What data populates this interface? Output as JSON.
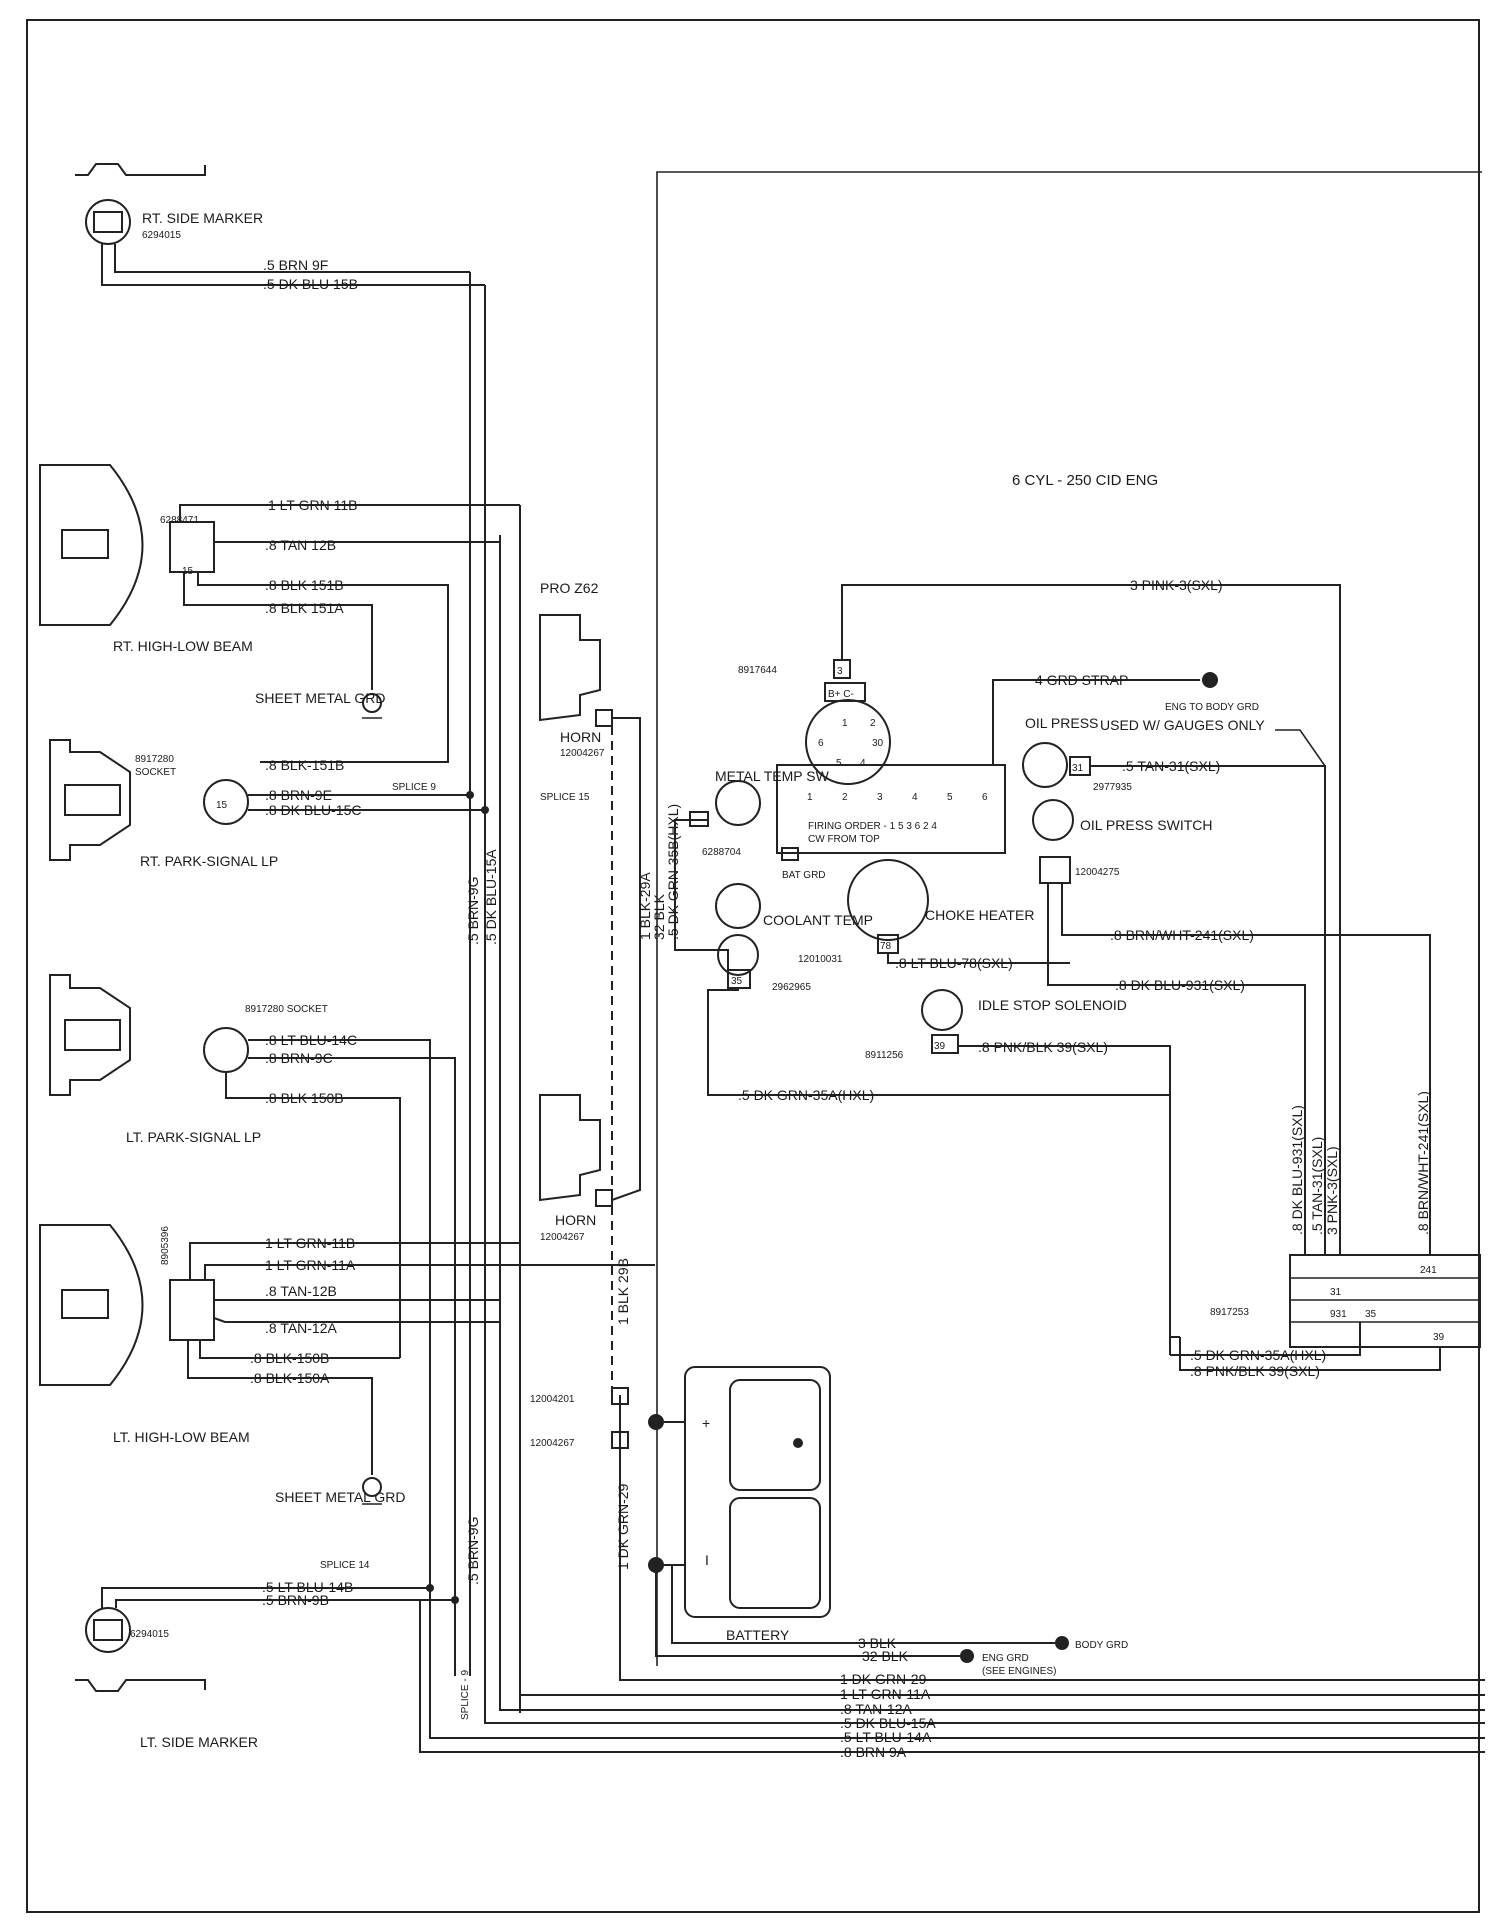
{
  "title": "6 CYL - 250 CID ENG",
  "components": {
    "rt_side_marker": {
      "name": "RT. SIDE MARKER",
      "part": "6294015"
    },
    "rt_high_low": {
      "name": "RT. HIGH-LOW BEAM",
      "part": "6288471"
    },
    "sheet_metal_grd_1": "SHEET METAL GRD",
    "rt_park": {
      "name": "RT. PARK-SIGNAL LP",
      "part": "8917280",
      "socket": "SOCKET"
    },
    "lt_park": {
      "name": "LT. PARK-SIGNAL LP",
      "part": "8917280 SOCKET"
    },
    "lt_high_low": {
      "name": "LT. HIGH-LOW BEAM",
      "part": "8905396"
    },
    "sheet_metal_grd_2": "SHEET METAL GRD",
    "lt_side_marker": {
      "name": "LT. SIDE MARKER",
      "part": "6294015"
    },
    "pro_z62": "PRO Z62",
    "horn_1": {
      "name": "HORN",
      "part": "12004267"
    },
    "horn_2": {
      "name": "HORN",
      "part": "12004267"
    },
    "splice_9": "SPLICE 9",
    "splice_15": "SPLICE 15",
    "splice_14": "SPLICE 14",
    "splice_9_vert": "SPLICE - 9",
    "battery": "BATTERY",
    "battery_pos": "+",
    "battery_neg": "I",
    "conn_12004201": "12004201",
    "conn_12004267": "12004267",
    "coil_part": "8917644",
    "coil_terms": "B+ C-",
    "metal_temp": {
      "name": "METAL TEMP SW",
      "part": "6288704"
    },
    "coolant_temp": {
      "name": "COOLANT TEMP",
      "part": "2962965"
    },
    "choke": {
      "name": "CHOKE HEATER",
      "part": "12010031"
    },
    "idle_stop": {
      "name": "IDLE STOP SOLENOID",
      "part": "8911256"
    },
    "oil_press": {
      "name": "OIL PRESS",
      "part": "2977935"
    },
    "oil_press_sw": {
      "name": "OIL PRESS SWITCH",
      "part": "12004275"
    },
    "firing_order": "FIRING ORDER - 1 5 3 6 2 4",
    "cw_from_top": "CW FROM TOP",
    "bat_grd": "BAT GRD",
    "grd_strap": "4 GRD STRAP",
    "eng_body_grd": "ENG TO BODY GRD",
    "used_gauges": "USED W/ GAUGES ONLY",
    "body_grd": "BODY GRD",
    "eng_grd": "ENG GRD",
    "see_engines": "(SEE ENGINES)",
    "bulkhead_part": "8917253",
    "cyl_numbers": [
      "1",
      "2",
      "3",
      "4",
      "5",
      "6"
    ],
    "dist_numbers": [
      "1",
      "2",
      "3",
      "4",
      "5",
      "6"
    ],
    "cavity_30": "30",
    "cav_241": "241",
    "cav_31": "31",
    "cav_931": "931",
    "cav_35": "35",
    "cav_39": "39",
    "term_35": "35",
    "term_39": "39",
    "term_78": "78",
    "term_31": "31",
    "term_15": "15",
    "term_15b": "15",
    "term_3": "3"
  },
  "wires": {
    "w_brn9f": ".5 BRN 9F",
    "w_dkblu15b": ".5 DK BLU 15B",
    "w_ltgrn11b_rt": "1 LT GRN 11B",
    "w_tan12b_rt": ".8 TAN 12B",
    "w_blk151b": ".8 BLK 151B",
    "w_blk151a": ".8 BLK 151A",
    "w_blk151b_park": ".8 BLK-151B",
    "w_brn9e": ".8 BRN-9E",
    "w_dkblu15c": ".8 DK BLU-15C",
    "w_ltblu14c": ".8 LT BLU-14C",
    "w_brn9c": ".8 BRN-9C",
    "w_blk150b_park": ".8 BLK 150B",
    "w_ltgrn11b": "1 LT GRN-11B",
    "w_ltgrn11a": "1 LT GRN-11A",
    "w_tan12b": ".8 TAN-12B",
    "w_tan12a": ".8 TAN-12A",
    "w_blk150b": ".8 BLK-150B",
    "w_blk150a": ".8 BLK-150A",
    "w_ltblu14b": ".5 LT BLU-14B",
    "w_brn9b": ".5 BRN-9B",
    "w_v_brn9g": ".5 BRN-9G",
    "w_v_dkblu15a": ".5 DK BLU-15A",
    "w_v_brn9g2": ".5 BRN-9G",
    "w_v_blk29a": "1 BLK-29A",
    "w_v_32blk": "32 BLK",
    "w_v_dkgrn35b": ".5 DK GRN-35B(HXL)",
    "w_v_blk29b": "1 BLK 29B",
    "w_v_dkgrn29": "1 DK GRN-29",
    "w_pink3": "3 PINK-3(SXL)",
    "w_tan31": ".5 TAN-31(SXL)",
    "w_brnwht241": ".8 BRN/WHT-241(SXL)",
    "w_dkblu931": ".8 DK BLU-931(SXL)",
    "w_ltblu78": ".8 LT BLU-78(SXL)",
    "w_pnkblk39": ".8 PNK/BLK 39(SXL)",
    "w_dkgrn35a": ".5 DK GRN-35A(HXL)",
    "w_dkgrn35a_r": ".5 DK GRN-35A(HXL)",
    "w_pnkblk39_r": ".8 PNK/BLK 39(SXL)",
    "w_v_dkblu931": ".8 DK BLU-931(SXL)",
    "w_v_tan31": ".5 TAN-31(SXL)",
    "w_v_pnk3": "3 PNK-3(SXL)",
    "w_v_brnwht241": ".8 BRN/WHT-241(SXL)",
    "w_3blk": "3 BLK",
    "w_32blk": "32 BLK",
    "b_dkgrn29": "1 DK GRN-29",
    "b_ltgrn11a": "1 LT GRN-11A",
    "b_tan12a": ".8 TAN-12A",
    "b_dkblu15a": ".5 DK BLU-15A",
    "b_ltblu14a": ".5 LT BLU-14A",
    "b_brn9a": ".8 BRN 9A"
  }
}
